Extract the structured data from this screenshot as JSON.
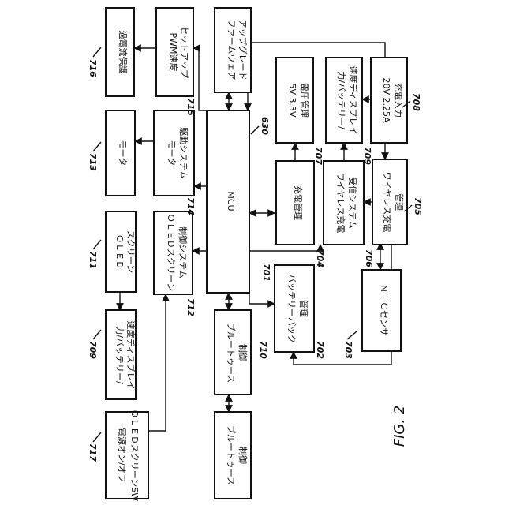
{
  "figure": {
    "label": "FIG. 2"
  },
  "blocks": {
    "overcurrent": {
      "ref": "716",
      "lines": [
        "過電流保護"
      ]
    },
    "pwm": {
      "ref": "715",
      "lines": [
        "PWM速度",
        "セットアップ"
      ]
    },
    "firmware": {
      "ref": "",
      "lines": [
        "ファームウェア",
        "アップグレード"
      ]
    },
    "motor": {
      "ref": "713",
      "lines": [
        "モータ"
      ]
    },
    "motor_drive": {
      "ref": "714",
      "lines": [
        "モータ",
        "駆動システム"
      ]
    },
    "mcu": {
      "ref": "630",
      "lines": [
        "MCU"
      ]
    },
    "oled": {
      "ref": "711",
      "lines": [
        "ＯＬＥＤ",
        "スクリーン"
      ]
    },
    "oled_ctrl": {
      "ref": "712",
      "lines": [
        "ＯＬＥＤスクリーン",
        "制御システム"
      ]
    },
    "display": {
      "ref": "709",
      "lines": [
        "力/バッテリー/",
        "速度ディスプレイ"
      ]
    },
    "power_sw": {
      "ref": "717",
      "lines": [
        "電源オン/オフ",
        "ＯＬＥＤスクリーンSW"
      ]
    },
    "bt1": {
      "ref": "710",
      "lines": [
        "ブルートゥース",
        "制御"
      ]
    },
    "bt2": {
      "ref": "",
      "lines": [
        "ブルートゥース",
        "制御"
      ]
    },
    "v_mgmt": {
      "ref": "707",
      "lines": [
        "5V 3.3V",
        "電圧管理"
      ]
    },
    "disp2": {
      "ref": "709",
      "lines": [
        "力/バッテリー/",
        "速度ディスプレイ"
      ]
    },
    "charge_in": {
      "ref": "708",
      "lines": [
        "20V 2.25A",
        "充電入力"
      ]
    },
    "charge_mgmt": {
      "ref": "704",
      "lines": [
        "充電管理"
      ]
    },
    "wl_rx": {
      "ref": "706",
      "lines": [
        "ワイヤレス充電",
        "受信システム"
      ]
    },
    "wl_mgmt": {
      "ref": "705",
      "lines": [
        "ワイヤレス充電",
        "管理"
      ]
    },
    "battery": {
      "ref": "702",
      "lines": [
        "バッテリーパック",
        "管理"
      ]
    },
    "ntc": {
      "ref": "703",
      "lines": [
        "ＮＴＣセンサ"
      ]
    }
  },
  "extra_refs": {
    "mcu_link": "701"
  }
}
